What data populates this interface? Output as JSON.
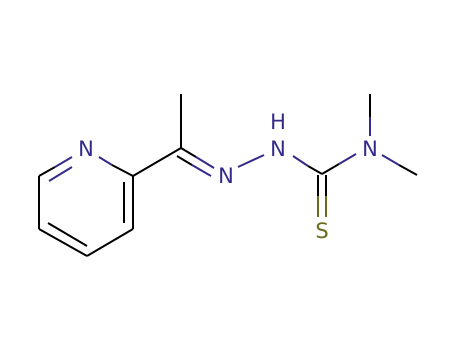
{
  "molecule": {
    "atoms": {
      "pyridine_n": {
        "label": "N",
        "color": "#332a8a"
      },
      "hydrazone_n": {
        "label": "N",
        "color": "#332a8a"
      },
      "nh": {
        "label": "H",
        "color": "#332a8a"
      },
      "nh_n": {
        "label": "N",
        "color": "#332a8a"
      },
      "amide_n": {
        "label": "N",
        "color": "#332a8a"
      },
      "sulfur": {
        "label": "S",
        "color": "#6b6b1f"
      }
    },
    "colors": {
      "carbon_bond": "#000000",
      "nitrogen": "#332a8a",
      "sulfur": "#6b6b1f"
    }
  }
}
